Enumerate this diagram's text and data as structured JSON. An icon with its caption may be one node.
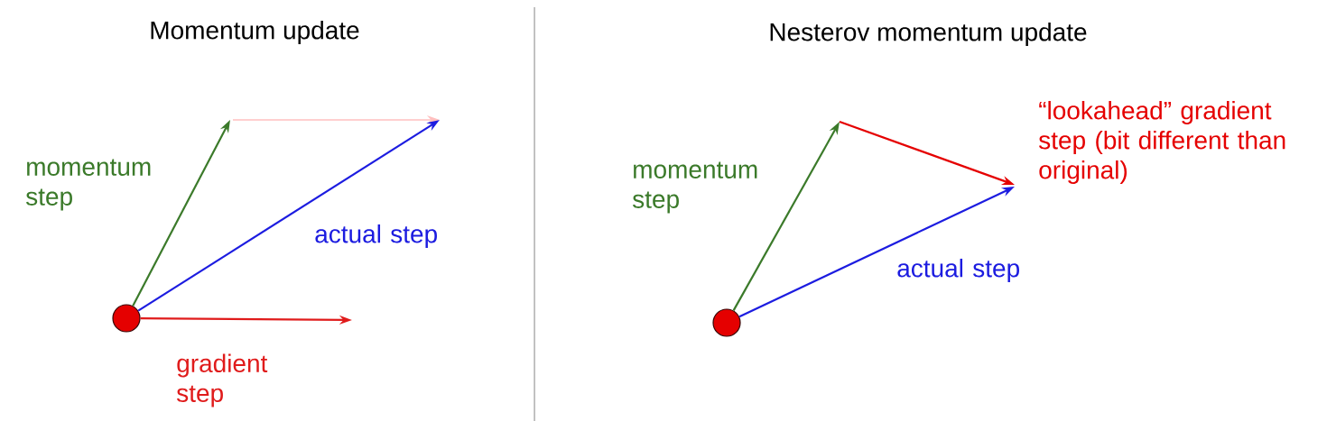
{
  "diagram": {
    "nodes": [
      {
        "text": [],
        "shape": "circle"
      },
      {
        "text": [],
        "shape": "circle"
      }
    ],
    "edges": [
      {
        "from": 0,
        "to": null,
        "arrow": "to",
        "label": "momentum step",
        "color": "#3b7a2a"
      },
      {
        "from": 0,
        "to": null,
        "arrow": "to",
        "label": "actual step",
        "color": "#1c1ce0"
      },
      {
        "from": 0,
        "to": null,
        "arrow": "to",
        "label": "gradient step",
        "color": "#e01b1b"
      },
      {
        "from": 1,
        "to": null,
        "arrow": "to",
        "label": "momentum step",
        "color": "#3b7a2a"
      },
      {
        "from": 1,
        "to": null,
        "arrow": "to",
        "label": "actual step",
        "color": "#1c1ce0"
      }
    ],
    "labels": [
      "Momentum update",
      "Nesterov momentum update",
      "“lookahead” gradient step (bit different than original)"
    ]
  }
}
